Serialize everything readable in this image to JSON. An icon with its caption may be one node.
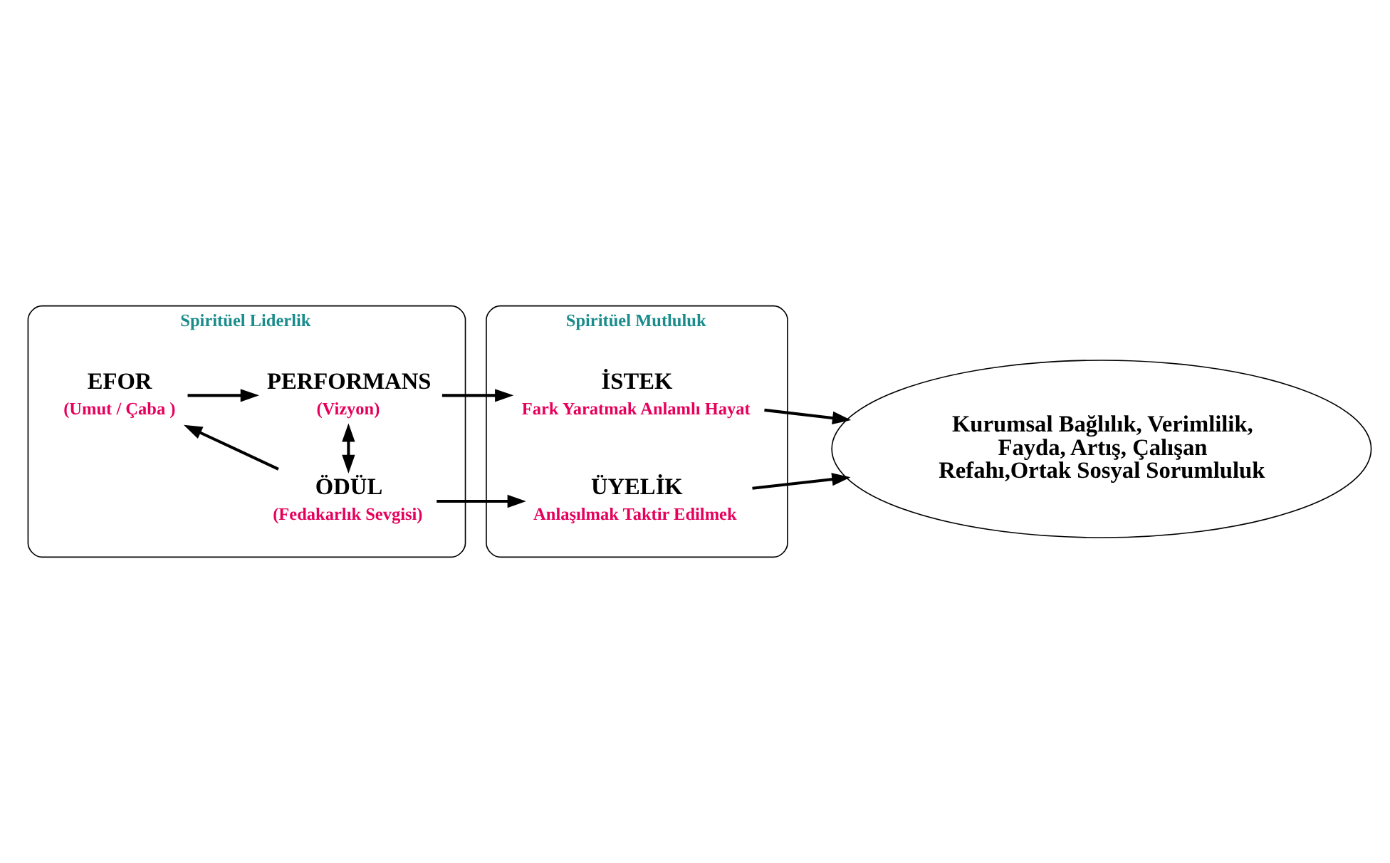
{
  "diagram": {
    "nodes": [
      {
        "text": [
          "Spiritüel Liderlik"
        ]
      },
      {
        "text": [
          "EFOR",
          "(Umut / Çaba )"
        ],
        "in": 0
      },
      {
        "text": [
          "PERFORMANS",
          "(Vizyon)"
        ],
        "in": 0
      },
      {
        "text": [
          "ÖDÜL",
          "(Fedakarlık Sevgisi)"
        ],
        "in": 0
      },
      {
        "text": [
          "Spiritüel Mutluluk"
        ]
      },
      {
        "text": [
          "İSTEK",
          "Fark Yaratmak Anlamlı Hayat"
        ],
        "in": 4
      },
      {
        "text": [
          "ÜYELİK",
          "Anlaşılmak Taktir Edilmek"
        ],
        "in": 4
      },
      {
        "text": [
          "Kurumsal Bağlılık, Verimlilik, Fayda, Artış, Çalışan Refahı,Ortak Sosyal Sorumluluk"
        ]
      }
    ],
    "edges": [
      {
        "from": 1,
        "to": 2,
        "arrow": "to"
      },
      {
        "from": 3,
        "to": 2,
        "arrow": "both"
      },
      {
        "from": 3,
        "to": 1,
        "arrow": "to"
      },
      {
        "from": 2,
        "to": 5,
        "arrow": "to"
      },
      {
        "from": 3,
        "to": 6,
        "arrow": "to"
      },
      {
        "from": 5,
        "to": 7,
        "arrow": "to"
      },
      {
        "from": 6,
        "to": 7,
        "arrow": "to"
      }
    ]
  }
}
